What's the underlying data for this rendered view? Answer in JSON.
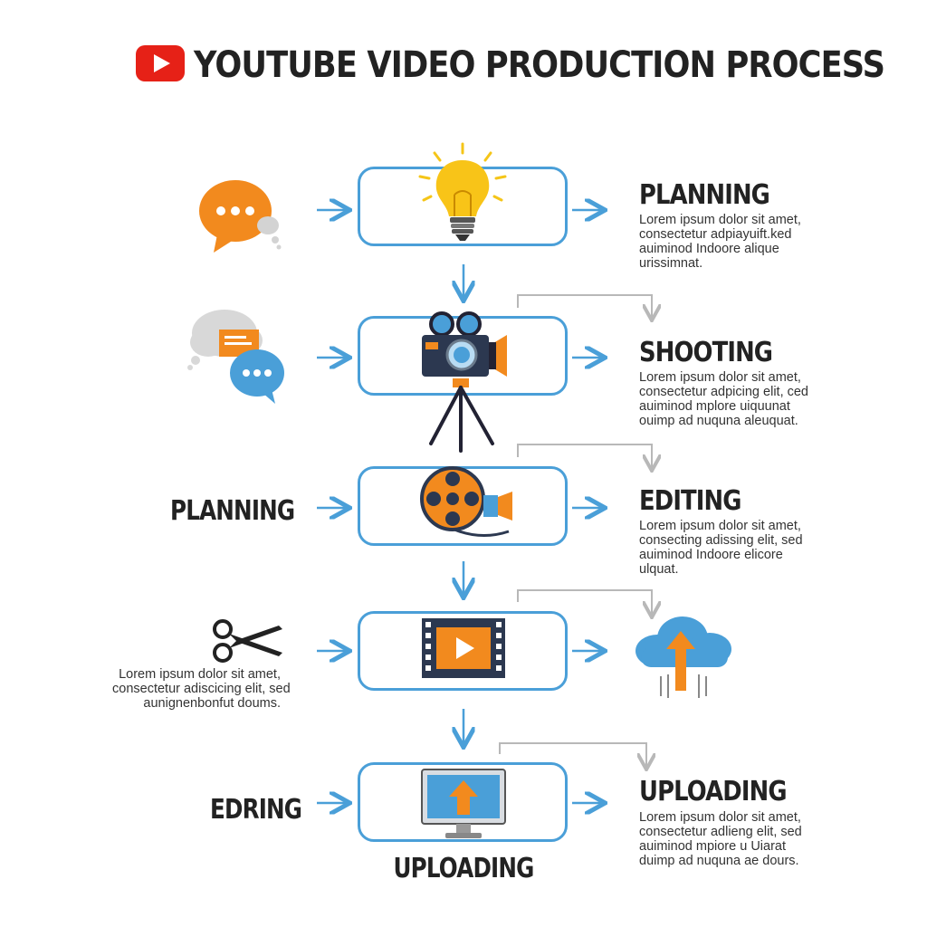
{
  "title": "YOUTUBE VIDEO PRODUCTION PROCESS",
  "icons": {
    "logo": "youtube-play-icon",
    "step1": "lightbulb-icon",
    "step2": "video-camera-tripod-icon",
    "step3": "film-reel-icon",
    "step4": "film-strip-play-icon",
    "step5": "monitor-upload-icon",
    "side1": "chat-bubble-icon",
    "side2": "chat-cloud-icon",
    "side4": "scissors-icon",
    "cloud": "cloud-upload-icon"
  },
  "colors": {
    "accent_blue": "#4a9fd8",
    "accent_orange": "#f28a1e",
    "youtube_red": "#e62117"
  },
  "steps": [
    {
      "heading": "PLANNING",
      "desc": [
        "Lorem ipsum dolor sit amet,",
        "consectetur adpiayuift.ked",
        "auiminod Indoore alique",
        "urissimnat."
      ]
    },
    {
      "heading": "SHOOTING",
      "desc": [
        "Lorem ipsum dolor sit amet,",
        "consectetur adpicing elit, ced",
        "auiminod mplore uiquunat",
        "ouimp ad nuquna aleuquat."
      ]
    },
    {
      "heading": "EDITING",
      "desc": [
        "Lorem ipsum dolor sit amet,",
        "consecting adissing elit, sed",
        "auiminod Indoore elicore",
        "ulquat."
      ]
    },
    {
      "heading": "",
      "desc": []
    },
    {
      "heading": "UPLOADING",
      "desc": [
        "Lorem ipsum dolor sit amet,",
        "consectetur adlieng elit, sed",
        "auiminod mpiore u Uiarat",
        "duimp ad nuquna ae dours."
      ]
    }
  ],
  "left_labels": {
    "row3": "PLANNING",
    "row5": "EDRING"
  },
  "left_desc": [
    "Lorem ipsum dolor sit amet,",
    "consectetur adiscicing elit, sed",
    "aunignenbonfut doums."
  ],
  "bottom_label": "UPLOADING"
}
